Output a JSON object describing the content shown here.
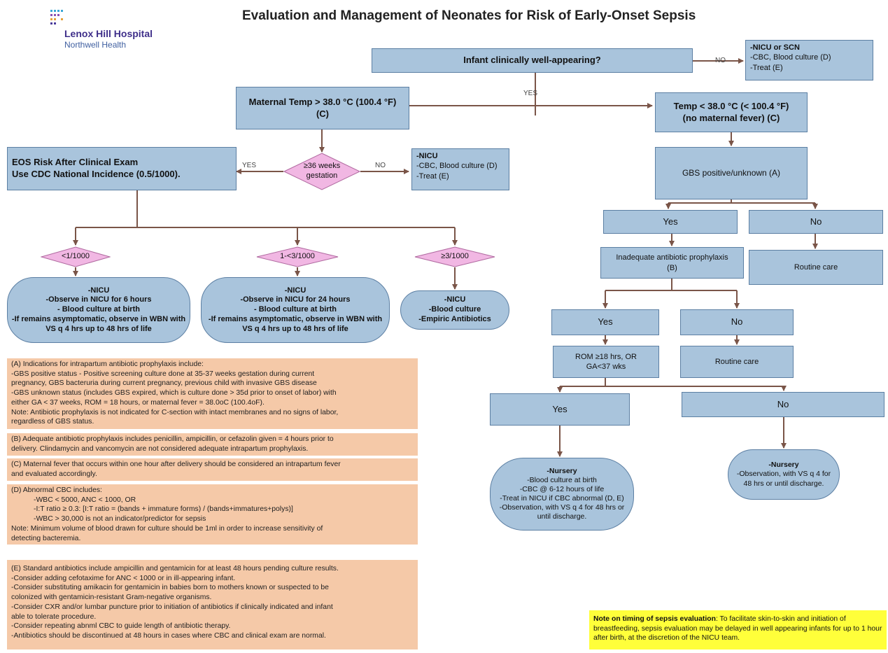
{
  "title": "Evaluation and Management of Neonates for Risk of Early-Onset Sepsis",
  "logo": {
    "name": "Lenox Hill Hospital",
    "sub": "Northwell Health"
  },
  "colors": {
    "box_fill": "#a9c4dc",
    "box_border": "#5c7fa3",
    "diamond_fill": "#f1b7e3",
    "note_fill": "#f5c9a8",
    "highlight": "#ffff3a",
    "arrow": "#7a5548"
  },
  "top": {
    "well": "Infant clinically well-appearing?",
    "no_label": "NO",
    "yes_label": "YES",
    "nicu_lines": [
      "-NICU or SCN",
      "-CBC, Blood culture (D)",
      "-Treat (E)"
    ]
  },
  "left": {
    "maternal_temp": [
      "Maternal Temp > 38.0 °C (100.4 °F)",
      "(C)"
    ],
    "eos": [
      "EOS Risk After Clinical Exam",
      "Use CDC National Incidence (0.5/1000)."
    ],
    "gest": [
      "≥36 weeks",
      "gestation"
    ],
    "yes_label": "YES",
    "no_label": "NO",
    "nicu_lines": [
      "-NICU",
      "-CBC, Blood culture (D)",
      "-Treat (E)"
    ],
    "risk1": "<1/1000",
    "risk2": "1-<3/1000",
    "risk3": "≥3/1000",
    "out1": [
      "-NICU",
      "-Observe in NICU for 6 hours",
      "- Blood culture at birth",
      "-If remains asymptomatic, observe in WBN with",
      "VS q 4 hrs up to 48 hrs of life"
    ],
    "out2": [
      "-NICU",
      "-Observe in NICU for 24 hours",
      "- Blood culture at birth",
      "-If remains asymptomatic, observe in WBN with",
      "VS q 4 hrs up to 48 hrs of life"
    ],
    "out3": [
      "-NICU",
      "-Blood culture",
      "-Empiric Antibiotics"
    ]
  },
  "right": {
    "temp": [
      "Temp < 38.0 °C (< 100.4 °F)",
      "(no maternal fever) (C)"
    ],
    "gbs": "GBS positive/unknown (A)",
    "yes1": "Yes",
    "no1": "No",
    "inadequate": [
      "Inadequate antibiotic prophylaxis",
      "(B)"
    ],
    "routine1": "Routine care",
    "yes2": "Yes",
    "no2": "No",
    "rom": [
      "ROM ≥18 hrs, OR",
      "GA<37 wks"
    ],
    "routine2": "Routine care",
    "yes3": "Yes",
    "no3": "No",
    "nursery1": [
      "-Nursery",
      "-Blood culture at birth",
      "-CBC @ 6-12 hours of life",
      "-Treat in NICU if CBC abnormal (D, E)",
      "-Observation, with VS q 4 for 48 hrs or",
      "until discharge."
    ],
    "nursery2": [
      "-Nursery",
      "-Observation, with VS q 4 for",
      "48 hrs or until discharge."
    ]
  },
  "notes": {
    "A": [
      "(A) Indications for intrapartum antibiotic prophylaxis include:",
      "-GBS positive status - Positive screening culture done at 35-37 weeks gestation during current",
      "pregnancy, GBS bacteruria during current pregnancy, previous child with invasive GBS disease",
      "-GBS unknown status (includes GBS expired, which is culture done > 35d prior to onset of labor) with",
      "either GA < 37 weeks, ROM = 18 hours, or maternal fever = 38.0oC (100.4oF).",
      "Note: Antibiotic prophylaxis is not indicated for C-section with intact membranes and no signs of labor,",
      "regardless of GBS status."
    ],
    "B": [
      "(B) Adequate antibiotic prophylaxis includes penicillin, ampicillin, or cefazolin given = 4 hours prior to",
      "delivery.  Clindamycin and vancomycin are not considered adequate intrapartum prophylaxis."
    ],
    "C": [
      "(C) Maternal fever that occurs within one hour after delivery should be considered an intrapartum fever",
      "and evaluated accordingly."
    ],
    "D": [
      "(D) Abnormal CBC includes:",
      "-WBC < 5000, ANC < 1000, OR",
      "-I:T ratio ≥ 0.3: [I:T ratio = (bands + immature forms) / (bands+immatures+polys)]",
      "-WBC > 30,000 is not an indicator/predictor for sepsis",
      "Note: Minimum volume of blood drawn for culture should be 1ml in order to increase sensitivity of",
      "detecting bacteremia."
    ],
    "E": [
      "(E)  Standard antibiotics include ampicillin and gentamicin for at least 48 hours pending culture results.",
      "-Consider adding cefotaxime for ANC < 1000 or in ill-appearing infant.",
      "-Consider substituting amikacin for gentamicin in babies born to mothers known or suspected to be",
      "colonized with gentamicin-resistant Gram-negative organisms.",
      "-Consider CXR and/or lumbar puncture prior to initiation of antibiotics if clinically indicated and infant",
      "able to tolerate procedure.",
      "-Consider repeating abnml CBC to guide length of antibiotic therapy.",
      "-Antibiotics should be discontinued at 48 hours in cases where CBC and clinical exam are normal."
    ]
  },
  "timing": {
    "label": "Note on timing of sepsis evaluation",
    "text": ": To facilitate skin-to-skin and initiation of breastfeeding, sepsis evaluation may be delayed in well appearing infants for up to 1 hour after birth, at the discretion of the NICU team."
  }
}
